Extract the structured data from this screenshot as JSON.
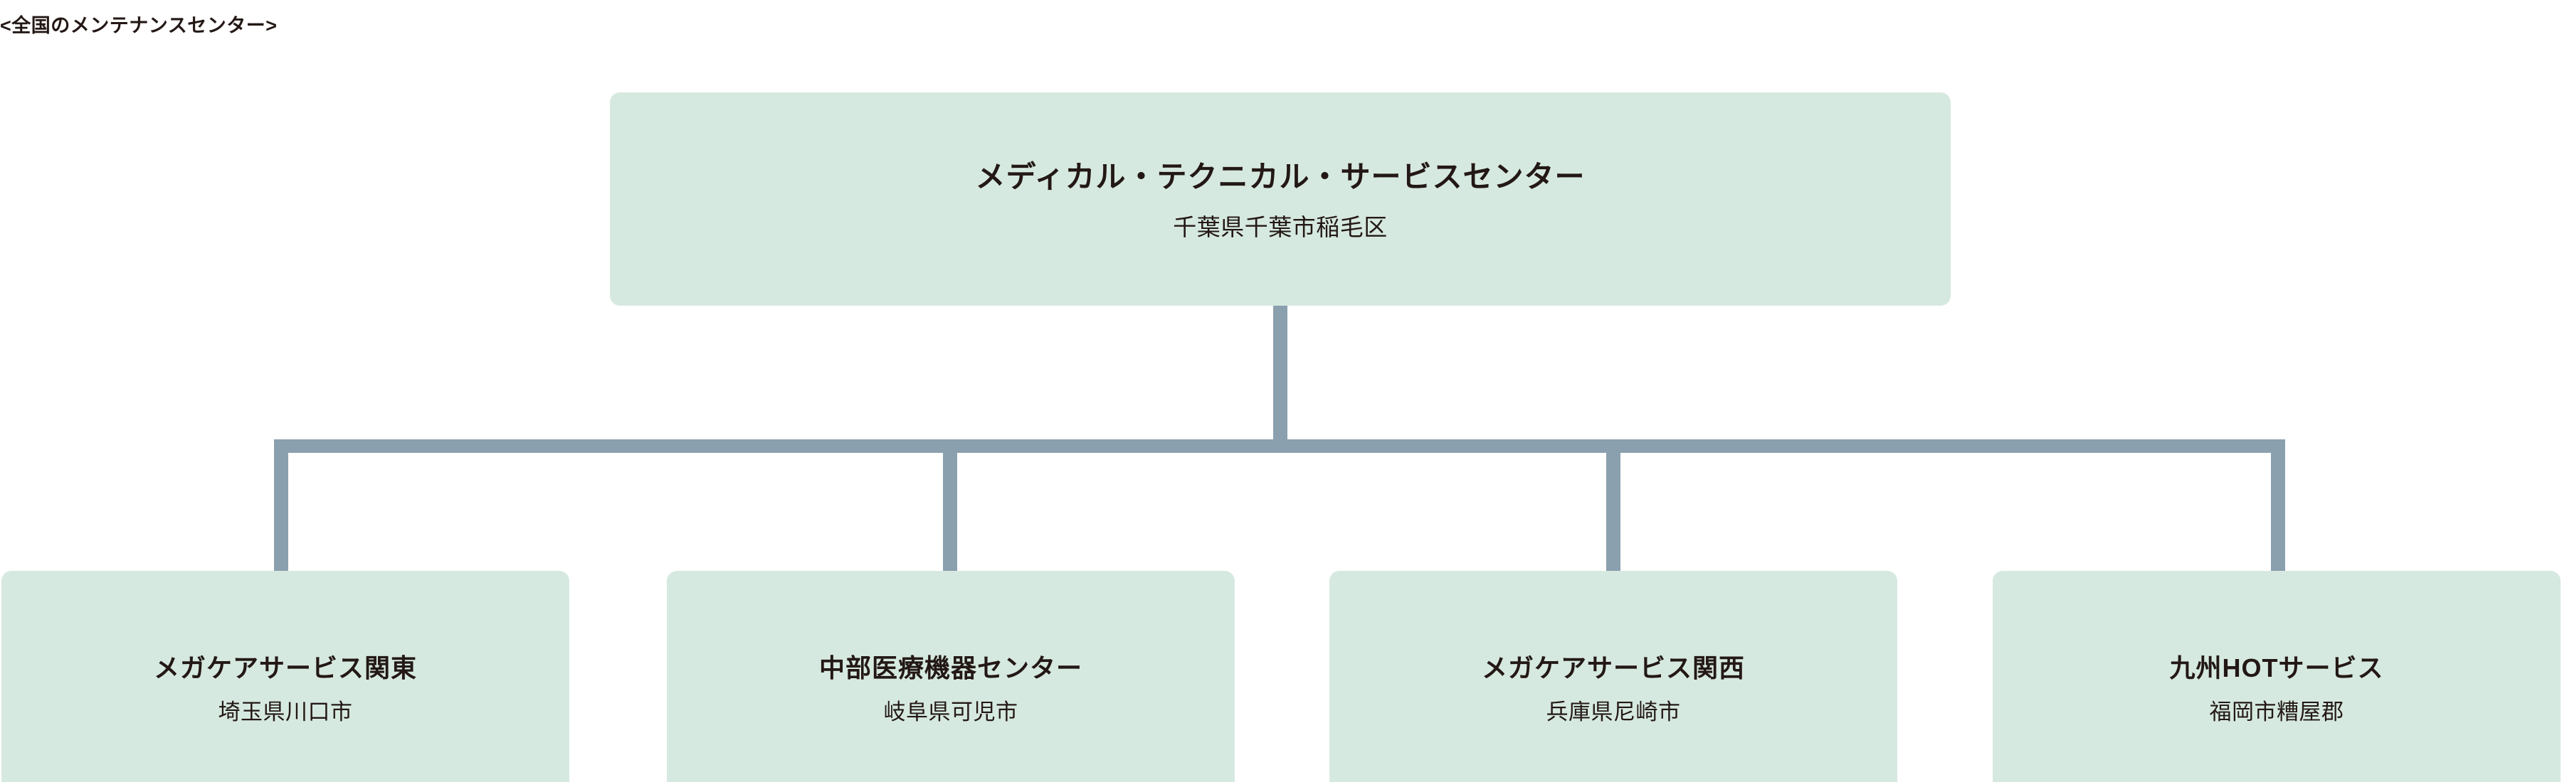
{
  "heading": "<全国のメンテナンスセンター>",
  "colors": {
    "node_fill": "#d6e9e0",
    "connector": "#8ba0ae",
    "text": "#231815",
    "background": "#ffffff"
  },
  "chart_data": {
    "type": "diagram",
    "subtype": "organization-tree",
    "title": "<全国のメンテナンスセンター>",
    "root": {
      "name": "メディカル・テクニカル・サービスセンター",
      "location": "千葉県千葉市稲毛区"
    },
    "children": [
      {
        "name": "メガケアサービス関東",
        "location": "埼玉県川口市"
      },
      {
        "name": "中部医療機器センター",
        "location": "岐阜県可児市"
      },
      {
        "name": "メガケアサービス関西",
        "location": "兵庫県尼崎市"
      },
      {
        "name": "九州HOTサービス",
        "location": "福岡市糟屋郡"
      }
    ],
    "edges": [
      {
        "from": "メディカル・テクニカル・サービスセンター",
        "to": "メガケアサービス関東"
      },
      {
        "from": "メディカル・テクニカル・サービスセンター",
        "to": "中部医療機器センター"
      },
      {
        "from": "メディカル・テクニカル・サービスセンター",
        "to": "メガケアサービス関西"
      },
      {
        "from": "メディカル・テクニカル・サービスセンター",
        "to": "九州HOTサービス"
      }
    ]
  }
}
